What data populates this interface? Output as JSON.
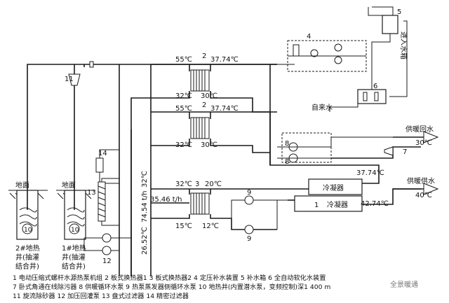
{
  "temps": {
    "hx1_in": "55℃",
    "hx1_out": "37.74℃",
    "hx1_b1": "32℃",
    "hx1_b2": "30℃",
    "hx2_in": "55℃",
    "hx2_out": "37.74℃",
    "hx2_b1": "32℃",
    "hx2_b2": "30℃",
    "hx3_in": "32℃",
    "hx3_out": "20℃",
    "hx3_b1": "15℃",
    "hx3_b2": "12℃",
    "flow": "35.46 t/h",
    "vert_flow": "74.54 t/h",
    "vert_32": "32℃",
    "vert_2652": "26.52℃",
    "cond_out": "37.74℃",
    "cond_in": "42.74℃"
  },
  "labels": {
    "num_2a": "2",
    "num_2b": "2",
    "num_3": "3",
    "num_4": "4",
    "num_5": "5",
    "num_6": "6",
    "num_7": "7",
    "num_8a": "8",
    "num_8b": "8",
    "num_9a": "9",
    "num_9b": "9",
    "num_10a": "10",
    "num_10b": "10",
    "num_11": "11",
    "num_12": "12",
    "num_13": "13",
    "num_14": "14",
    "num_1": "1",
    "water_tank_inlet": "进入水箱",
    "tap_water": "自来水",
    "return_heat": "供暖回水",
    "return_temp": "30℃",
    "supply_heat": "供暖供水",
    "supply_temp": "40℃",
    "condenser_a": "冷凝器",
    "condenser_b": "冷凝器",
    "ground_a": "地面",
    "ground_b": "地面",
    "well2_l1": "2#地热",
    "well2_l2": "井(抽灌",
    "well2_l3": "结合井)",
    "well1_l1": "1#地热",
    "well1_l2": "井(抽灌",
    "well1_l3": "结合井)"
  },
  "legend": {
    "line1": "1  电动压缩式螺杆水源热泵机组    2  板式换热器1    3  板式换热器2    4  定压补水装置    5  补水箱    6  全自动软化水装置",
    "line2": "7  卧式角通在线除污器    8  供暖循环水泵    9  热泵蒸发器侧循环水泵    10  地热井(内置潜水泵，变频控制)深1 400 m",
    "line3": "11  旋流除砂器    12  加压回灌泵    13  盘式过滤器    14  精密过滤器"
  },
  "watermark": "全景暖通",
  "icons": {
    "heat_exchanger": "plate-heat-exchanger-icon",
    "pump": "circulation-pump-icon",
    "valve": "valve-icon",
    "well": "geothermal-well-icon",
    "arrow": "flow-arrow-icon"
  }
}
